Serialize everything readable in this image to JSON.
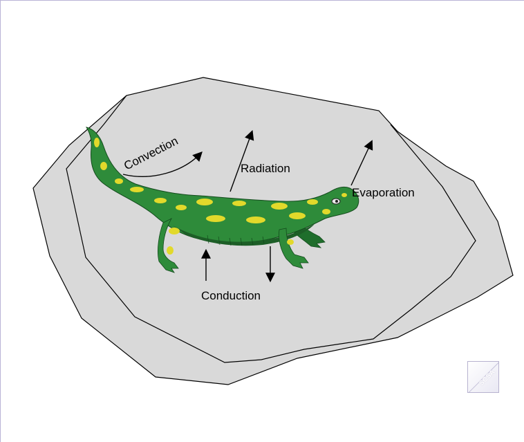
{
  "diagram": {
    "labels": {
      "convection": "Convection",
      "radiation": "Radiation",
      "evaporation": "Evaporation",
      "conduction": "Conduction"
    },
    "logo_text": "SCSA"
  },
  "colors": {
    "rock_fill": "#d9d9d9",
    "outline": "#000000",
    "salamander_green": "#2e8b3a",
    "salamander_spots": "#e2d92b"
  }
}
